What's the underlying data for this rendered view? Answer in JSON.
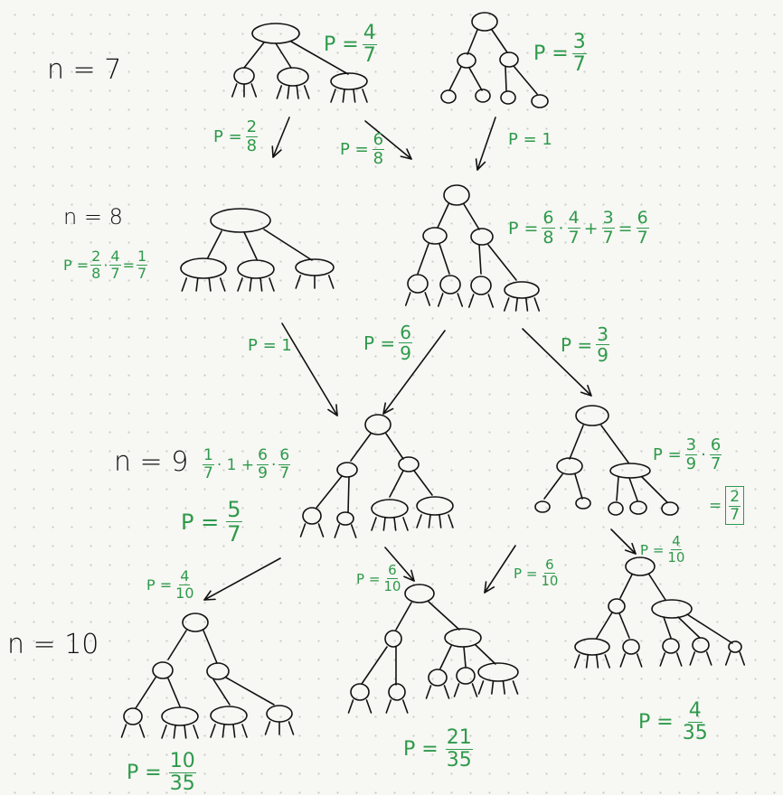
{
  "levels": {
    "n7": "n = 7",
    "n8": "n = 8",
    "n9": "n = 9",
    "n10": "n = 10"
  },
  "probs": {
    "top_left": {
      "lhs": "P =",
      "num": "4",
      "den": "7"
    },
    "top_right": {
      "lhs": "P =",
      "num": "3",
      "den": "7"
    },
    "arrow_a": {
      "lhs": "P =",
      "num": "2",
      "den": "8"
    },
    "arrow_b": {
      "lhs": "P =",
      "num": "6",
      "den": "8"
    },
    "arrow_c": {
      "text": "P = 1"
    },
    "n8_left": {
      "lhs": "P =",
      "n1": "2",
      "d1": "8",
      "n2": "4",
      "d2": "7",
      "n3": "1",
      "d3": "7"
    },
    "n8_right": {
      "lhs": "P =",
      "n1": "6",
      "d1": "8",
      "n2": "4",
      "d2": "7",
      "n3": "3",
      "d3": "7",
      "n4": "6",
      "d4": "7"
    },
    "arrow_d": {
      "text": "P = 1"
    },
    "arrow_e": {
      "lhs": "P =",
      "num": "6",
      "den": "9"
    },
    "arrow_f": {
      "lhs": "P =",
      "num": "3",
      "den": "9"
    },
    "n9_left_calc": {
      "n1": "1",
      "d1": "7",
      "mid": "· 1 +",
      "n2": "6",
      "d2": "9",
      "n3": "6",
      "d3": "7"
    },
    "n9_left_result": {
      "lhs": "P =",
      "num": "5",
      "den": "7"
    },
    "n9_right_calc": {
      "lhs": "P =",
      "n1": "3",
      "d1": "9",
      "n2": "6",
      "d2": "7"
    },
    "n9_right_result": {
      "lhs": "=",
      "num": "2",
      "den": "7"
    },
    "arrow_g": {
      "lhs": "P =",
      "num": "4",
      "den": "10"
    },
    "arrow_h": {
      "lhs": "P =",
      "num": "6",
      "den": "10"
    },
    "arrow_i": {
      "lhs": "P =",
      "num": "6",
      "den": "10"
    },
    "arrow_j": {
      "lhs": "P =",
      "num": "4",
      "den": "10"
    },
    "n10_a": {
      "lhs": "P =",
      "num": "10",
      "den": "35"
    },
    "n10_b": {
      "lhs": "P =",
      "num": "21",
      "den": "35"
    },
    "n10_c": {
      "lhs": "P =",
      "num": "4",
      "den": "35"
    }
  },
  "colors": {
    "ink": "#111111",
    "green": "#2e9a4a",
    "paper": "#f7f7f4"
  }
}
